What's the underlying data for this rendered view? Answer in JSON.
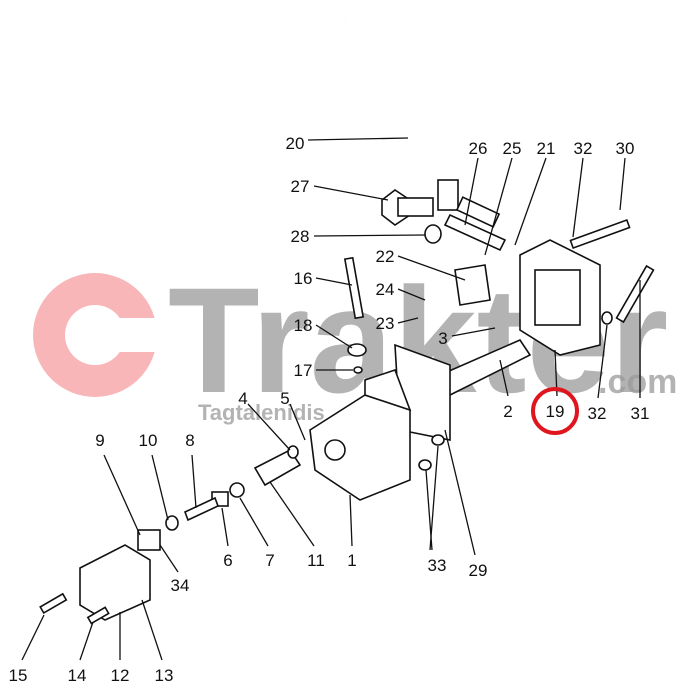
{
  "watermark": {
    "brand": "Trakter",
    "suffix": ".com",
    "tagline": "Tagtalenidis"
  },
  "highlight_color": "#e0161e",
  "highlighted_part": "19",
  "labels": {
    "p20": "20",
    "p26": "26",
    "p25": "25",
    "p21": "21",
    "p32a": "32",
    "p30": "30",
    "p27": "27",
    "p28": "28",
    "p22": "22",
    "p16": "16",
    "p24": "24",
    "p18": "18",
    "p23": "23",
    "p3": "3",
    "p17": "17",
    "p4": "4",
    "p5": "5",
    "p2": "2",
    "p19": "19",
    "p32b": "32",
    "p31": "31",
    "p9": "9",
    "p10": "10",
    "p8": "8",
    "p6": "6",
    "p7": "7",
    "p11": "11",
    "p1": "1",
    "p33": "33",
    "p29": "29",
    "p34": "34",
    "p15": "15",
    "p14": "14",
    "p12": "12",
    "p13": "13"
  }
}
